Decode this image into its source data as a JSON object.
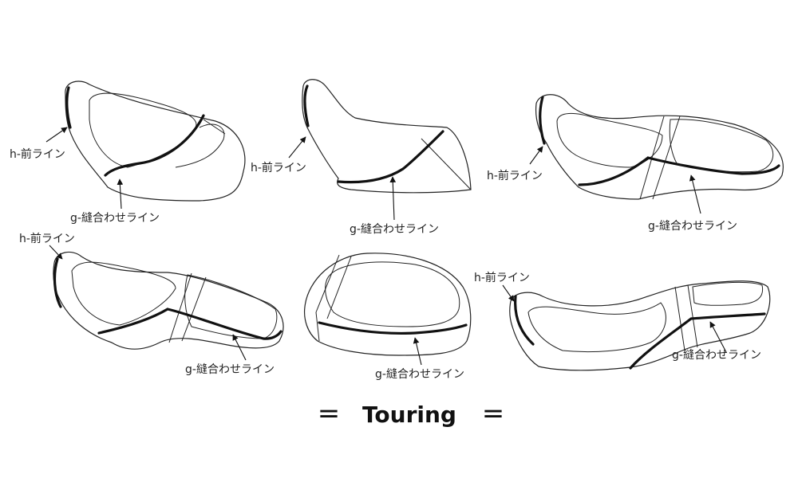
{
  "labels": {
    "front_line": "h-前ライン",
    "seam_line": "g-縫合わせライン"
  },
  "footer": {
    "left_mark": "＝",
    "title": "Touring",
    "right_mark": "＝"
  },
  "colors": {
    "line": "#111111",
    "background": "#ffffff"
  }
}
